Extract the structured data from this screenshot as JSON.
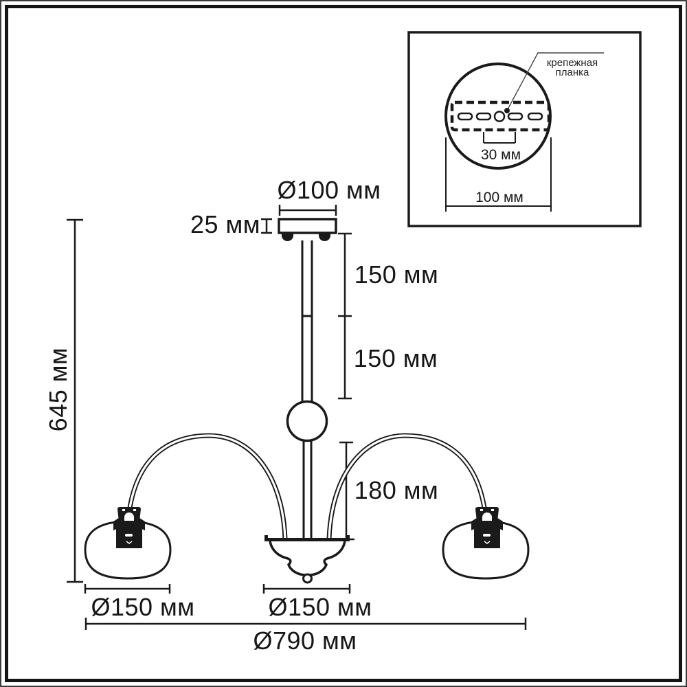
{
  "page": {
    "background": "#ffffff",
    "line_color": "#1a1a1a"
  },
  "main_drawing": {
    "labels": {
      "canopy_diameter": "Ø100 мм",
      "canopy_height": "25 мм",
      "upper_rod_length": "150 мм",
      "lower_rod_length": "150 мм",
      "stem_length": "180 мм",
      "total_height": "645 мм",
      "left_shade_diameter": "Ø150 мм",
      "center_bowl_diameter": "Ø150 мм",
      "overall_diameter": "Ø790 мм"
    }
  },
  "inset": {
    "callout_line1": "крепежная",
    "callout_line2": "планка",
    "slot_spacing": "30 мм",
    "plate_width": "100 мм"
  }
}
